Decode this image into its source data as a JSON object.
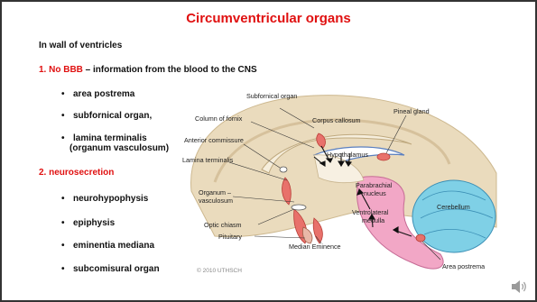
{
  "title": "Circumventricular organs",
  "section_heading": "In wall of ventricles",
  "point1": {
    "number_label": "1. No BBB",
    "rest": " – information from the blood to the CNS"
  },
  "point1_items": [
    "area postrema",
    "subfornical organ,",
    "lamina terminalis",
    "(organum vasculosum)"
  ],
  "point2": {
    "label": "2. neurosecretion"
  },
  "point2_items": [
    "neurohypophysis",
    "epiphysis",
    "eminentia mediana",
    "subcomisural organ"
  ],
  "diagram": {
    "labels": {
      "subfornical_organ": "Subfornical organ",
      "column_of_fornix": "Column of fornix",
      "corpus_callosum": "Corpus callosum",
      "pineal_gland": "Pineal gland",
      "anterior_commissure": "Anterior commissure",
      "hypothalamus": "Hypothalamus",
      "lamina_terminalis": "Lamina terminalis",
      "organum_vasculosum_1": "Organum –",
      "organum_vasculosum_2": "vasculosum",
      "parabrachial_1": "Parabrachial",
      "parabrachial_2": "nucleus",
      "cerebellum": "Cerebellum",
      "ventrolateral_1": "Ventrolateral",
      "ventrolateral_2": "medulla",
      "optic_chiasm": "Optic chiasm",
      "pituitary": "Pituitary",
      "median_eminence": "Median Eminence",
      "area_postrema": "Area postrema"
    },
    "copyright": "© 2010 UTHSCH"
  },
  "colors": {
    "accent": "#e01010",
    "brain": "#e9d7b4",
    "brainstem": "#f2a7c6",
    "cerebellum": "#7ed0e6",
    "organ": "#e8716b"
  },
  "icons": {
    "speaker": "speaker-icon"
  }
}
